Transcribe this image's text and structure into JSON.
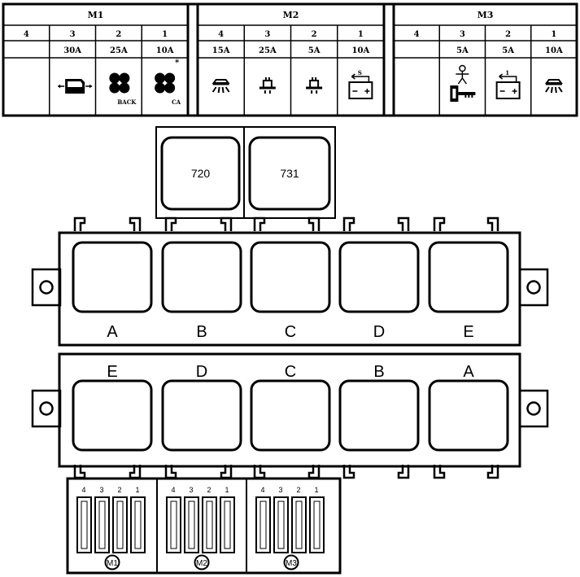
{
  "fuse_table": {
    "modules": [
      {
        "name": "M1",
        "slots": [
          {
            "num": "4",
            "amp": "",
            "icon": "empty"
          },
          {
            "num": "3",
            "amp": "30A",
            "icon": "power-window-icon"
          },
          {
            "num": "2",
            "amp": "25A",
            "icon": "rear-defrost-fan-icon",
            "icon_label": "BACK"
          },
          {
            "num": "1",
            "amp": "10A",
            "icon": "ac-fan-icon",
            "icon_label": "CA"
          }
        ]
      },
      {
        "name": "M2",
        "slots": [
          {
            "num": "4",
            "amp": "15A",
            "icon": "interior-light-icon"
          },
          {
            "num": "3",
            "amp": "25A",
            "icon": "lamp-bulb-icon"
          },
          {
            "num": "2",
            "amp": "5A",
            "icon": "lamp-bulb-icon"
          },
          {
            "num": "1",
            "amp": "10A",
            "icon": "battery-icon",
            "icon_label": "S"
          }
        ]
      },
      {
        "name": "M3",
        "slots": [
          {
            "num": "4",
            "amp": "",
            "icon": "empty"
          },
          {
            "num": "3",
            "amp": "5A",
            "icon": "person-ignition-key-icon"
          },
          {
            "num": "2",
            "amp": "5A",
            "icon": "battery-icon",
            "icon_label": "1"
          },
          {
            "num": "1",
            "amp": "10A",
            "icon": "interior-light-icon"
          }
        ]
      }
    ]
  },
  "relays_top": [
    "720",
    "731"
  ],
  "relay_row_upper": [
    "A",
    "B",
    "C",
    "D",
    "E"
  ],
  "relay_row_lower": [
    "E",
    "D",
    "C",
    "B",
    "A"
  ],
  "fuse_blocks": [
    {
      "name": "M1",
      "pins": [
        "4",
        "3",
        "2",
        "1"
      ]
    },
    {
      "name": "M2",
      "pins": [
        "4",
        "3",
        "2",
        "1"
      ]
    },
    {
      "name": "M3",
      "pins": [
        "4",
        "3",
        "2",
        "1"
      ]
    }
  ]
}
